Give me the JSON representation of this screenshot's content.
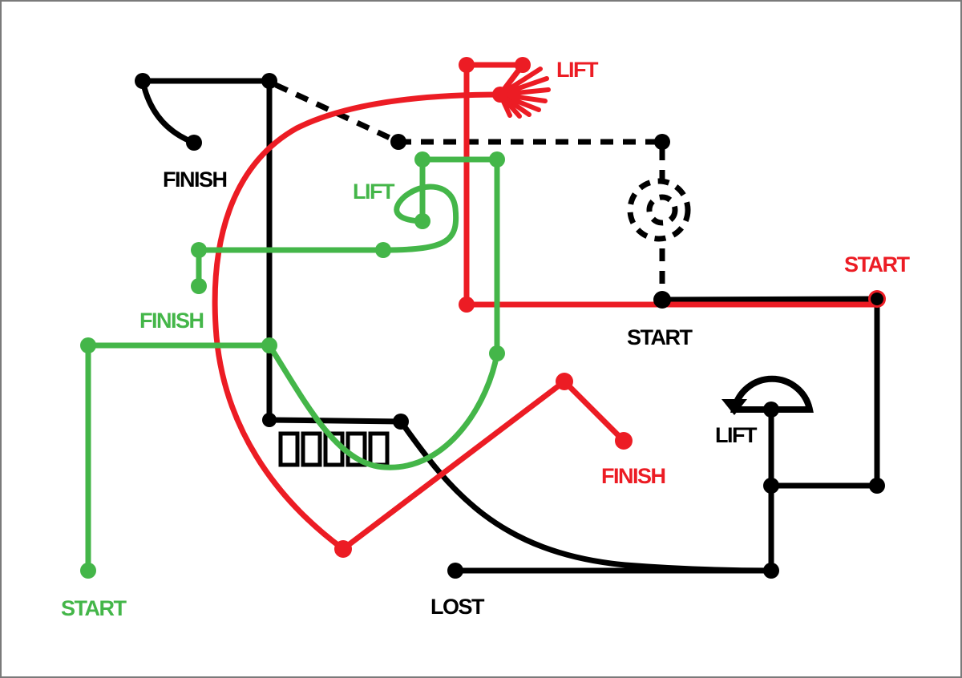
{
  "colors": {
    "black": "#000000",
    "red": "#ec1c24",
    "green": "#44b649",
    "frame": "#7a7a7a"
  },
  "labels": {
    "black_finish": "FINISH",
    "black_start": "START",
    "black_lift": "LIFT",
    "black_lost": "LOST",
    "red_lift": "LIFT",
    "red_start": "START",
    "red_finish": "FINISH",
    "green_lift": "LIFT",
    "green_finish": "FINISH",
    "green_start": "START"
  },
  "icons": {
    "red_lift": "sunburst-lift-icon",
    "black_lift": "rotate-arrow-lift-icon",
    "dashed_spiral": "dashed-spiral-icon",
    "boxes": "five-boxes-icon"
  }
}
